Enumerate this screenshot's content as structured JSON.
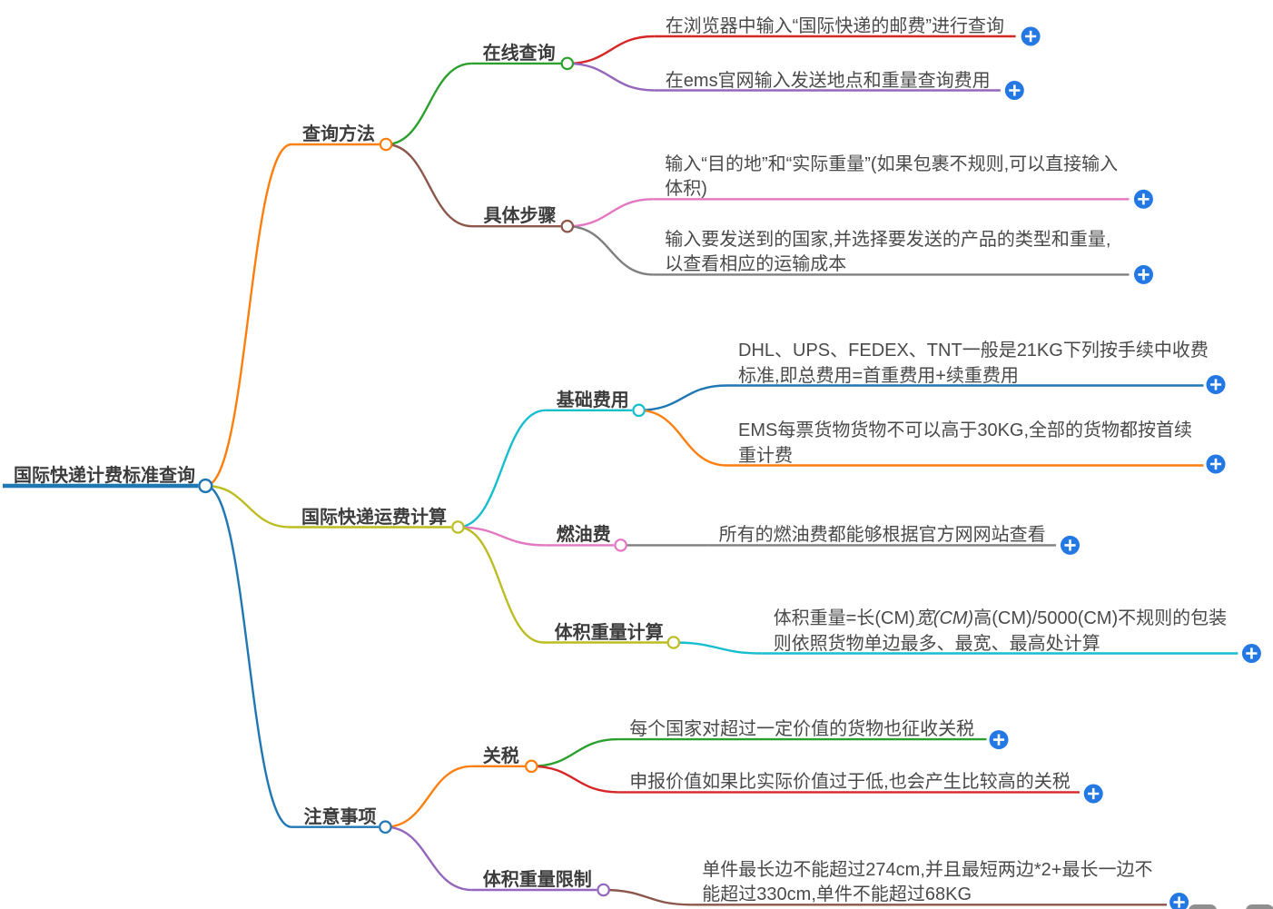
{
  "ui": {
    "background": "#ffffff",
    "add_button_color": "#2478e4",
    "toolbar_button_color": "#8f8f8f"
  },
  "mindmap": {
    "root": {
      "label": "国际快递计费标准查询",
      "color": "#1f77b4"
    },
    "branches": [
      {
        "label": "查询方法",
        "color": "#ff7f0e",
        "children": [
          {
            "label": "在线查询",
            "color": "#2ca02c",
            "leaves": [
              {
                "color": "#d62728",
                "lines": [
                  [
                    {
                      "text": "在浏览器中输入“国际快递的邮费”进行查询"
                    }
                  ]
                ]
              },
              {
                "color": "#9467bd",
                "lines": [
                  [
                    {
                      "text": "在ems官网输入发送地点和重量查询费用"
                    }
                  ]
                ]
              }
            ]
          },
          {
            "label": "具体步骤",
            "color": "#8c564b",
            "leaves": [
              {
                "color": "#e377c2",
                "lines": [
                  [
                    {
                      "text": "输入“目的地”和“实际重量”(如果包裹不规则,可以直接输入"
                    }
                  ],
                  [
                    {
                      "text": "体积)"
                    }
                  ]
                ]
              },
              {
                "color": "#7f7f7f",
                "lines": [
                  [
                    {
                      "text": "输入要发送到的国家,并选择要发送的产品的类型和重量,"
                    }
                  ],
                  [
                    {
                      "text": "以查看相应的运输成本"
                    }
                  ]
                ]
              }
            ]
          }
        ]
      },
      {
        "label": "国际快递运费计算",
        "color": "#bcbd22",
        "children": [
          {
            "label": "基础费用",
            "color": "#17becf",
            "leaves": [
              {
                "color": "#1f77b4",
                "lines": [
                  [
                    {
                      "text": "DHL、UPS、FEDEX、TNT一般是21KG下列按手续中收费"
                    }
                  ],
                  [
                    {
                      "text": "标准,即总费用=首重费用+续重费用"
                    }
                  ]
                ]
              },
              {
                "color": "#ff7f0e",
                "lines": [
                  [
                    {
                      "text": "EMS每票货物货物不可以高于30KG,全部的货物都按首续"
                    }
                  ],
                  [
                    {
                      "text": "重计费"
                    }
                  ]
                ]
              }
            ]
          },
          {
            "label": "燃油费",
            "color": "#e377c2",
            "leaves": [
              {
                "color": "#7f7f7f",
                "lines": [
                  [
                    {
                      "text": "所有的燃油费都能够根据官方网网站查看"
                    }
                  ]
                ]
              }
            ]
          },
          {
            "label": "体积重量计算",
            "color": "#bcbd22",
            "leaves": [
              {
                "color": "#17becf",
                "lines": [
                  [
                    {
                      "text": "体积重量=长(CM)"
                    },
                    {
                      "text": "宽(CM)",
                      "italic": true
                    },
                    {
                      "text": "高(CM)/5000(CM)不规则的包装"
                    }
                  ],
                  [
                    {
                      "text": "则依照货物单边最多、最宽、最高处计算"
                    }
                  ]
                ]
              }
            ]
          }
        ]
      },
      {
        "label": "注意事项",
        "color": "#1f77b4",
        "children": [
          {
            "label": "关税",
            "color": "#ff7f0e",
            "leaves": [
              {
                "color": "#2ca02c",
                "lines": [
                  [
                    {
                      "text": "每个国家对超过一定价值的货物也征收关税"
                    }
                  ]
                ]
              },
              {
                "color": "#d62728",
                "lines": [
                  [
                    {
                      "text": "申报价值如果比实际价值过于低,也会产生比较高的关税"
                    }
                  ]
                ]
              }
            ]
          },
          {
            "label": "体积重量限制",
            "color": "#9467bd",
            "leaves": [
              {
                "color": "#8c564b",
                "lines": [
                  [
                    {
                      "text": "单件最长边不能超过274cm,并且最短两边*2+最长一边不"
                    }
                  ],
                  [
                    {
                      "text": "能超过330cm,单件不能超过68KG"
                    }
                  ]
                ]
              }
            ]
          }
        ]
      }
    ]
  }
}
